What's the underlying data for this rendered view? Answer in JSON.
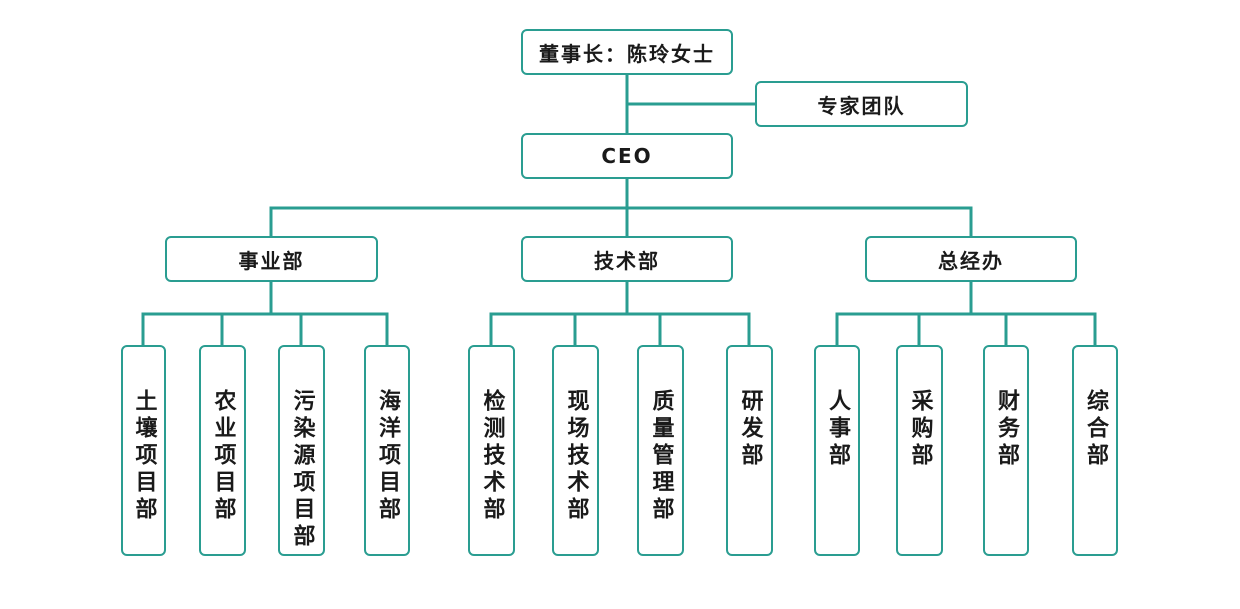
{
  "chairman": "董事长：陈玲女士",
  "experts": "专家团队",
  "ceo": "CEO",
  "departments": [
    {
      "name": "事业部",
      "units": [
        "土壤项目部",
        "农业项目部",
        "污染源项目部",
        "海洋项目部"
      ]
    },
    {
      "name": "技术部",
      "units": [
        "检测技术部",
        "现场技术部",
        "质量管理部",
        "研发部"
      ]
    },
    {
      "name": "总经办",
      "units": [
        "人事部",
        "采购部",
        "财务部",
        "综合部"
      ]
    }
  ],
  "colors": {
    "line": "#2a9d91",
    "box_border": "#2a9d91",
    "text": "#1a1a1a",
    "background": "#ffffff"
  }
}
